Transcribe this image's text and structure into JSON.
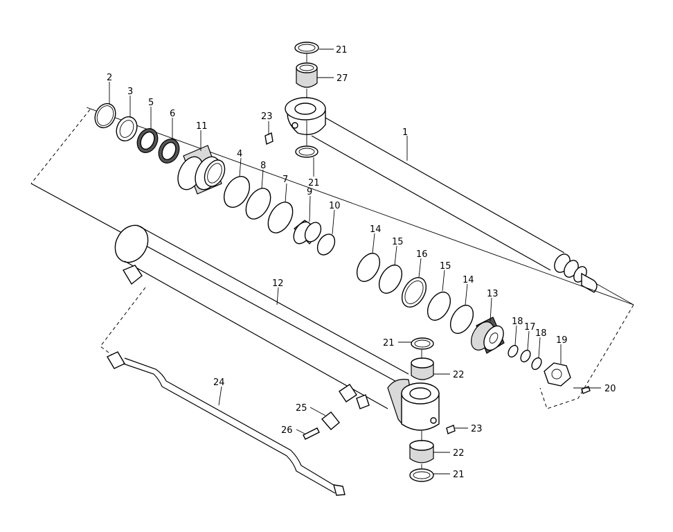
{
  "callouts": [
    {
      "id": "c1",
      "text": "1"
    },
    {
      "id": "c2",
      "text": "2"
    },
    {
      "id": "c3",
      "text": "3"
    },
    {
      "id": "c4",
      "text": "4"
    },
    {
      "id": "c5",
      "text": "5"
    },
    {
      "id": "c6",
      "text": "6"
    },
    {
      "id": "c7",
      "text": "7"
    },
    {
      "id": "c8",
      "text": "8"
    },
    {
      "id": "c9",
      "text": "9"
    },
    {
      "id": "c10",
      "text": "10"
    },
    {
      "id": "c11",
      "text": "11"
    },
    {
      "id": "c12",
      "text": "12"
    },
    {
      "id": "c13",
      "text": "13"
    },
    {
      "id": "c14a",
      "text": "14"
    },
    {
      "id": "c14b",
      "text": "14"
    },
    {
      "id": "c15a",
      "text": "15"
    },
    {
      "id": "c15b",
      "text": "15"
    },
    {
      "id": "c16",
      "text": "16"
    },
    {
      "id": "c17",
      "text": "17"
    },
    {
      "id": "c18a",
      "text": "18"
    },
    {
      "id": "c18b",
      "text": "18"
    },
    {
      "id": "c19",
      "text": "19"
    },
    {
      "id": "c20",
      "text": "20"
    },
    {
      "id": "c21a",
      "text": "21"
    },
    {
      "id": "c21b",
      "text": "21"
    },
    {
      "id": "c21c",
      "text": "21"
    },
    {
      "id": "c21d",
      "text": "21"
    },
    {
      "id": "c22a",
      "text": "22"
    },
    {
      "id": "c22b",
      "text": "22"
    },
    {
      "id": "c23a",
      "text": "23"
    },
    {
      "id": "c23b",
      "text": "23"
    },
    {
      "id": "c24",
      "text": "24"
    },
    {
      "id": "c25",
      "text": "25"
    },
    {
      "id": "c26",
      "text": "26"
    },
    {
      "id": "c27",
      "text": "27"
    }
  ]
}
